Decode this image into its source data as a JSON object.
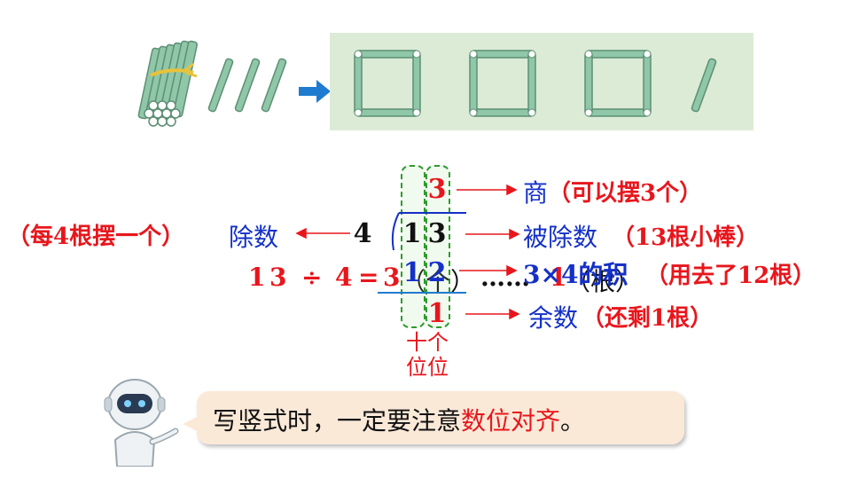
{
  "equation": {
    "n1": "1",
    "n2": "3",
    "div": "÷",
    "n3": "4",
    "eq": "=",
    "quotient": "3",
    "unit1": "（个）",
    "dots": "……",
    "remainder": "1",
    "unit2": "（根）"
  },
  "longdiv": {
    "divisor": "4",
    "quotient_digit": "3",
    "dividend_tens": "1",
    "dividend_ones": "3",
    "product_tens": "1",
    "product_ones": "2",
    "remainder_digit": "1"
  },
  "annotations": {
    "divisor_label": "除数",
    "divisor_note": "（每4根摆一个）",
    "quotient_label": "商",
    "quotient_note": "（可以摆3个）",
    "dividend_label": "被除数",
    "dividend_note": "（13根小棒）",
    "product_label": "3×4的积",
    "product_note": "（用去了12根）",
    "remainder_label": "余数",
    "remainder_note": "（还剩1根）"
  },
  "place_value": {
    "tens": "十个",
    "ones": "位位"
  },
  "tip": {
    "text_main": "写竖式时，一定要注意",
    "text_highlight": "数位对齐",
    "text_end": "。"
  },
  "colors": {
    "red": "#e8161c",
    "blue": "#1430c8",
    "stick": "#8fc7a8",
    "panel": "#dcebd6",
    "dashed": "#2e9b2e",
    "arrow": "#1f7bd0"
  }
}
